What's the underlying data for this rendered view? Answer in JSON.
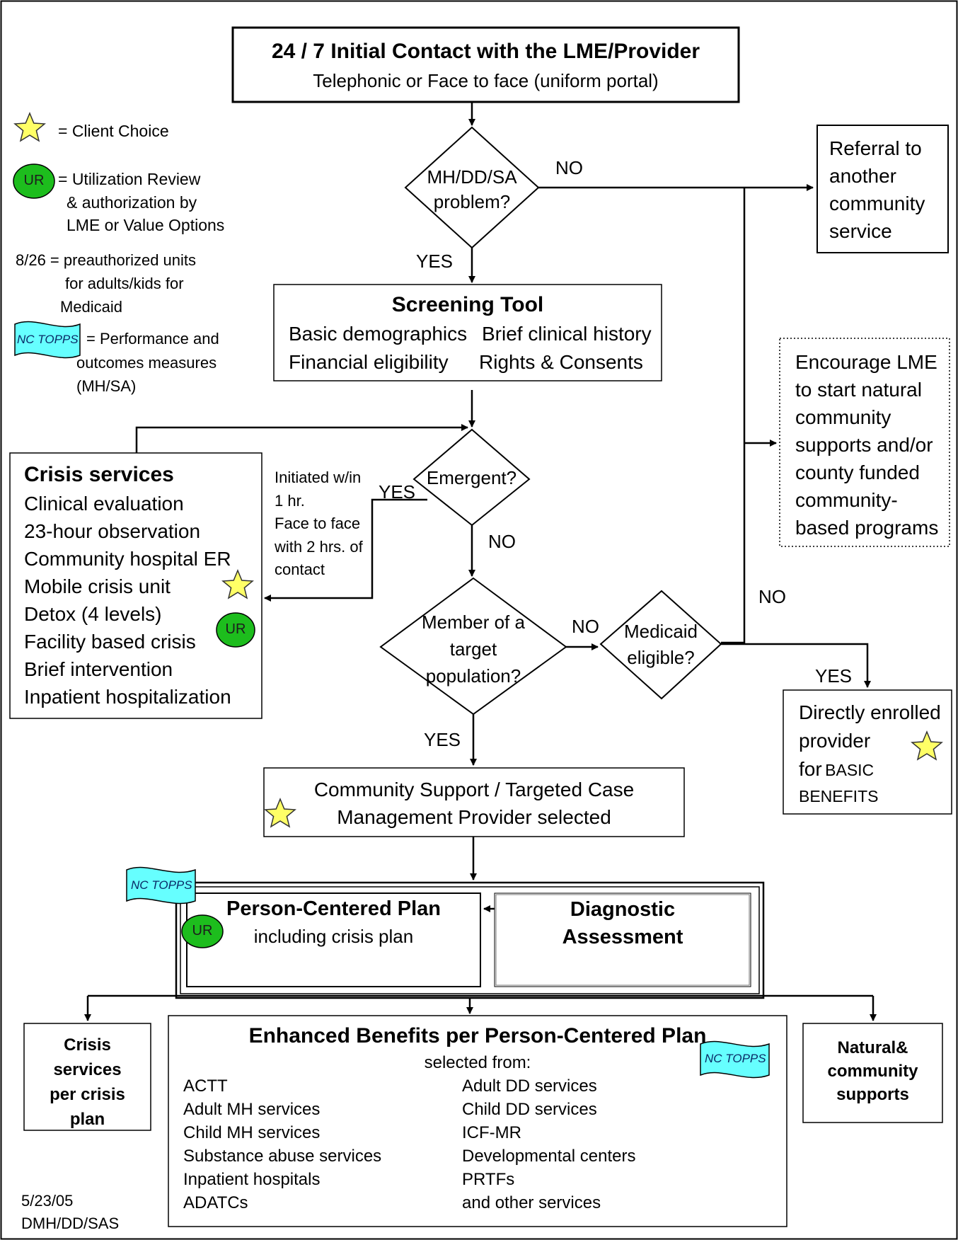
{
  "title": {
    "line1": "24 / 7 Initial Contact with the LME/Provider",
    "line2": "Telephonic or Face to face (uniform portal)"
  },
  "legend": {
    "client_choice": "= Client Choice",
    "ur_badge": "UR",
    "ur_text": [
      "= Utilization Review",
      "& authorization by",
      "LME or Value Options"
    ],
    "preauth_text": [
      "8/26 = preauthorized units",
      "for adults/kids for",
      "Medicaid"
    ],
    "nc_topps_badge": "NC TOPPS",
    "nc_topps_text": [
      "= Performance and",
      "outcomes measures",
      "(MH/SA)"
    ]
  },
  "decisions": {
    "mhddsa": [
      "MH/DD/SA",
      "problem?"
    ],
    "emergent": "Emergent?",
    "member": [
      "Member of a",
      "target",
      "population?"
    ],
    "medicaid": [
      "Medicaid",
      "eligible?"
    ]
  },
  "edge_labels": {
    "no": "NO",
    "yes": "YES"
  },
  "referral": [
    "Referral to",
    "another",
    "community",
    "service"
  ],
  "screening": {
    "title": "Screening Tool",
    "items": [
      "Basic demographics",
      "Brief clinical history",
      "Financial eligibility",
      "Rights & Consents"
    ]
  },
  "encourage": [
    "Encourage LME",
    "to start natural",
    "community",
    "supports  and/or",
    "county funded",
    "community-",
    "based programs"
  ],
  "crisis": {
    "title": "Crisis services",
    "items": [
      "Clinical evaluation",
      "23-hour observation",
      "Community hospital ER",
      "Mobile crisis unit",
      "Detox (4 levels)",
      "Facility based crisis",
      "Brief intervention",
      "Inpatient hospitalization"
    ]
  },
  "initiated": [
    "Initiated w/in",
    "1 hr.",
    "Face to face",
    "with 2 hrs. of",
    "contact"
  ],
  "direct": [
    "Directly enrolled",
    "provider",
    "for",
    "BASIC",
    "BENEFITS"
  ],
  "community_support": [
    "Community Support / Targeted Case",
    "Management Provider selected"
  ],
  "pcp": {
    "title": "Person-Centered Plan",
    "subtitle": "including crisis plan"
  },
  "diagnostic": [
    "Diagnostic",
    "Assessment"
  ],
  "crisis_plan": [
    "Crisis",
    "services",
    "per crisis",
    "plan"
  ],
  "enhanced": {
    "title": "Enhanced Benefits per Person-Centered Plan",
    "subtitle": "selected from:",
    "left": [
      "ACTT",
      "Adult MH services",
      "Child MH services",
      "Substance abuse services",
      "Inpatient hospitals",
      "ADATCs"
    ],
    "right": [
      "Adult DD services",
      "Child DD services",
      "ICF-MR",
      "Developmental centers",
      "PRTFs",
      "and other services"
    ]
  },
  "natural": [
    "Natural&",
    "community",
    "supports"
  ],
  "footer": [
    "5/23/05",
    "DMH/DD/SAS"
  ],
  "colors": {
    "star": "#ffff66",
    "ur_badge": "#1dbd1d",
    "nc_topps_flag": "#66ffff"
  }
}
